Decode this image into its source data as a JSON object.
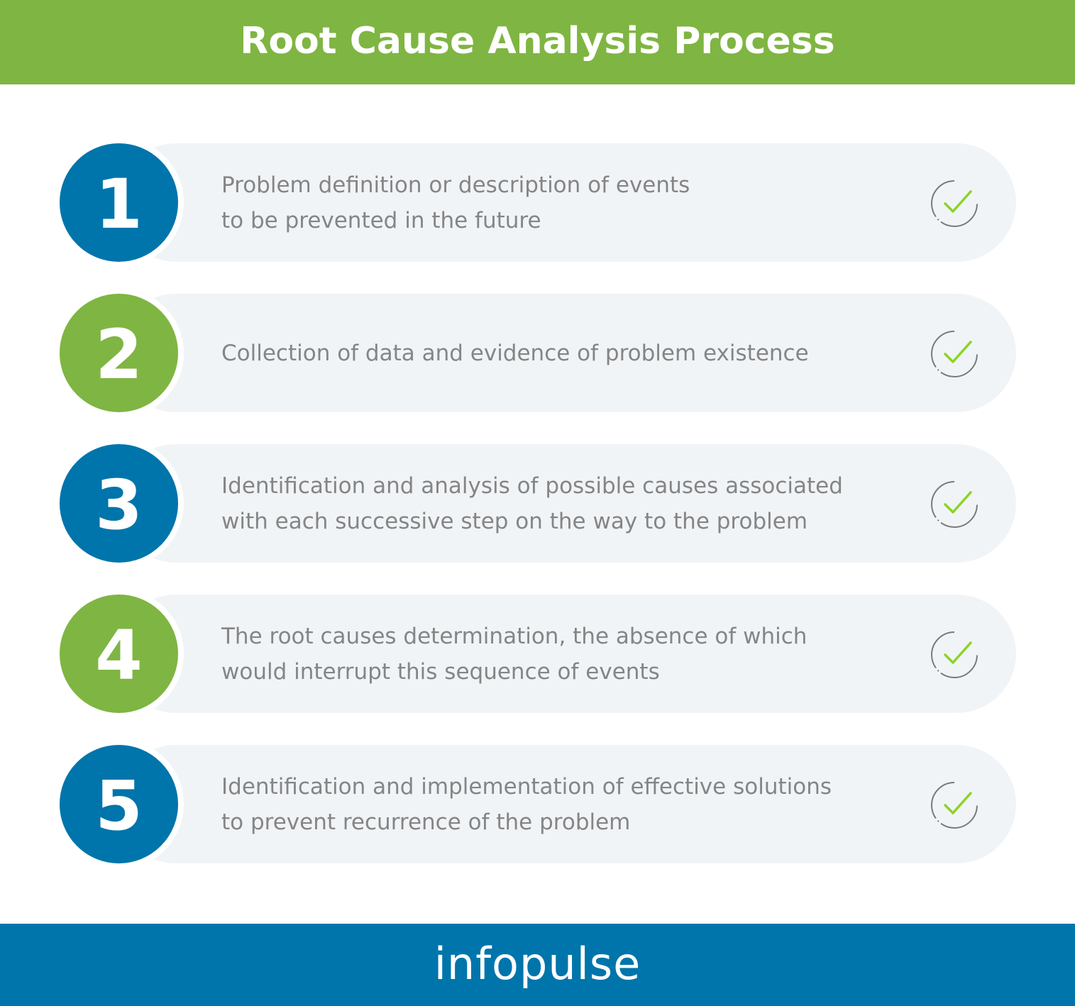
{
  "title": "Root Cause Analysis Process",
  "colors": {
    "green": "#7fb542",
    "blue": "#0075ab",
    "pill": "#f1f4f7",
    "text": "#858585",
    "check": "#8cd425"
  },
  "steps": [
    {
      "number": "1",
      "color": "blue",
      "lines": [
        "Problem definition or description of events",
        "to be prevented in the future"
      ],
      "icon": "check-circle-icon"
    },
    {
      "number": "2",
      "color": "green",
      "lines": [
        "Collection of data and evidence of problem existence"
      ],
      "icon": "check-circle-icon"
    },
    {
      "number": "3",
      "color": "blue",
      "lines": [
        "Identification and analysis of possible causes associated",
        "with each successive step on the way to the problem"
      ],
      "icon": "check-circle-icon"
    },
    {
      "number": "4",
      "color": "green",
      "lines": [
        "The root causes determination, the absence of which",
        "would interrupt this sequence of events"
      ],
      "icon": "check-circle-icon"
    },
    {
      "number": "5",
      "color": "blue",
      "lines": [
        "Identification and implementation of effective solutions",
        "to prevent recurrence of the problem"
      ],
      "icon": "check-circle-icon"
    }
  ],
  "footer": {
    "logo": "infopulse"
  }
}
